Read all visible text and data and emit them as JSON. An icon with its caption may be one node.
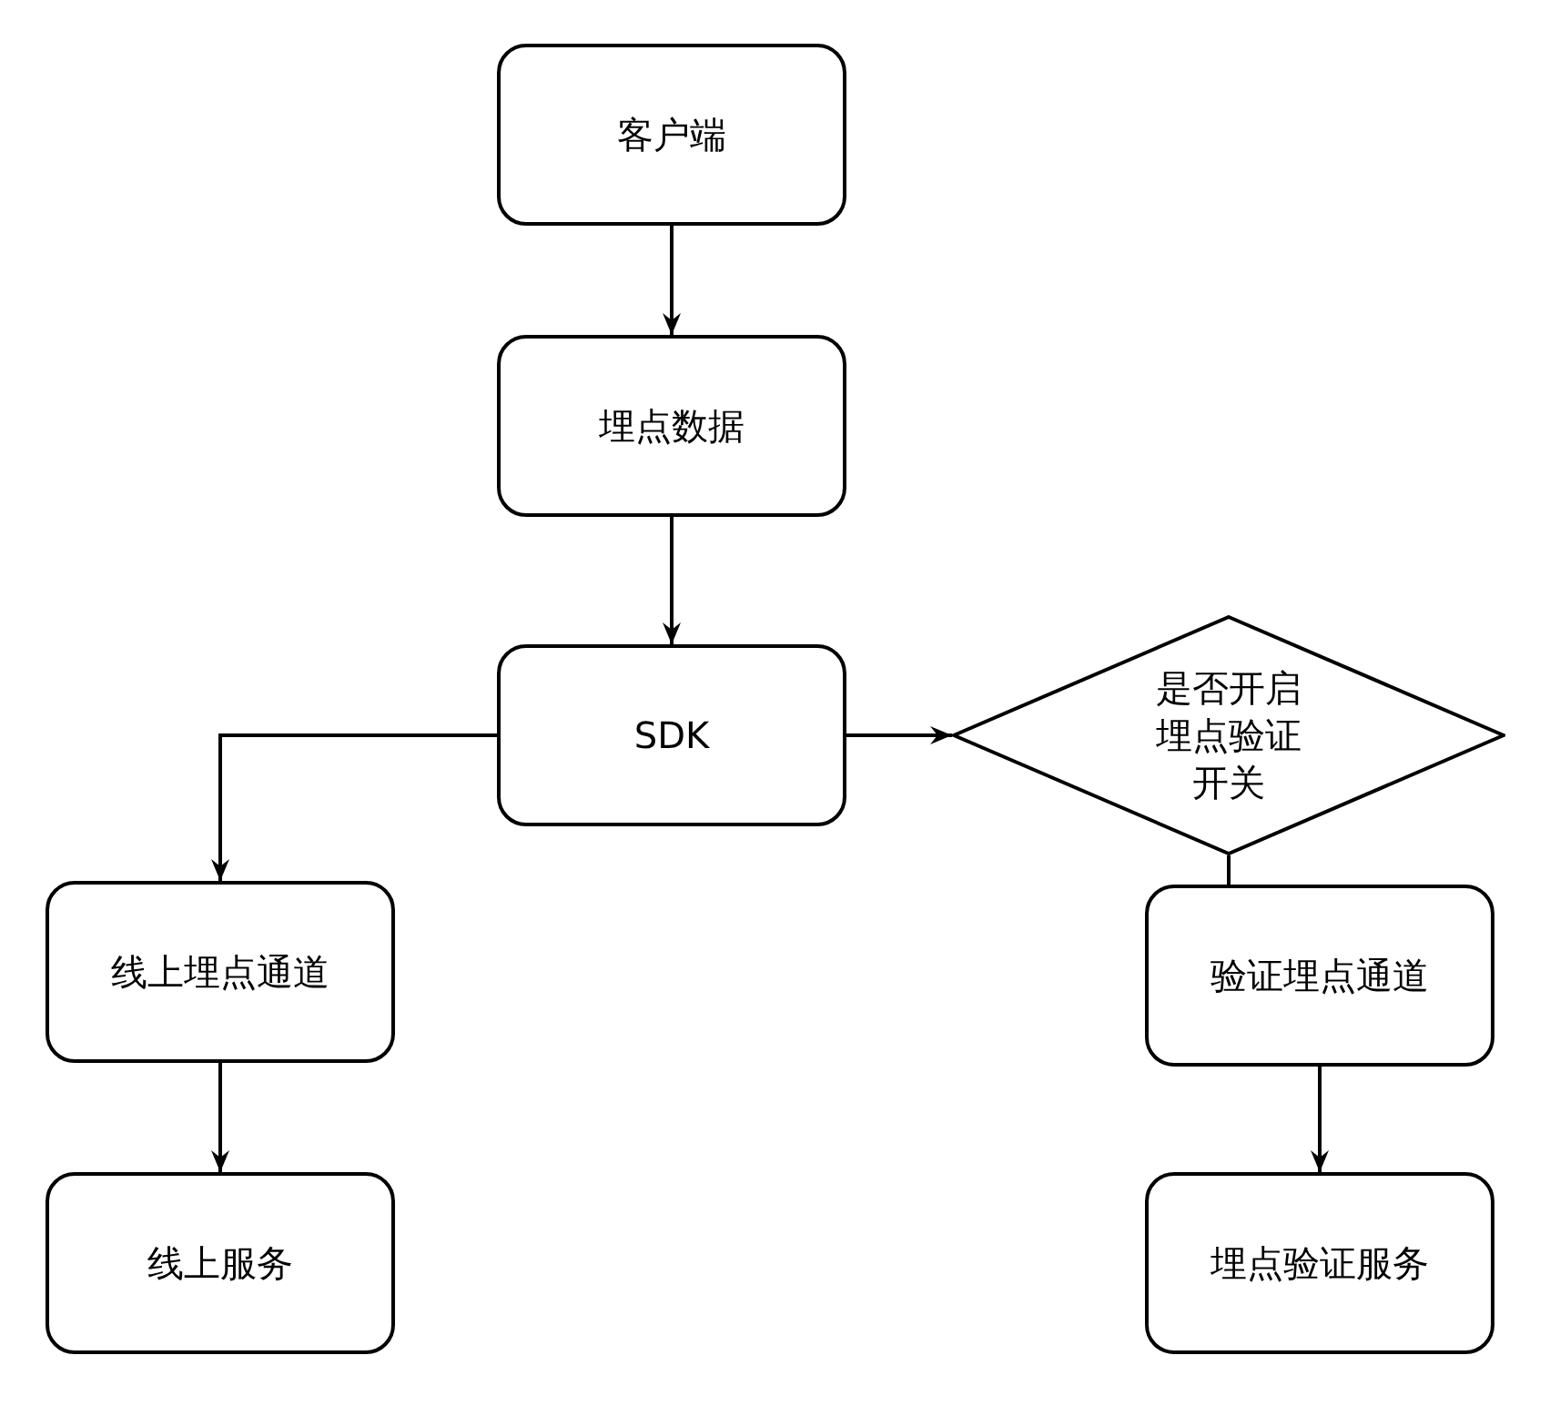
{
  "diagram": {
    "nodes": [
      {
        "text": [
          "客户端"
        ]
      },
      {
        "text": [
          "埋点数据"
        ]
      },
      {
        "text": [
          "SDK"
        ]
      },
      {
        "text": [
          "是否开启埋点验证开关"
        ]
      },
      {
        "text": [
          "线上埋点通道"
        ]
      },
      {
        "text": [
          "线上服务"
        ]
      },
      {
        "text": [
          "验证埋点通道"
        ]
      },
      {
        "text": [
          "埋点验证服务"
        ]
      }
    ],
    "edges": [
      {
        "from": 0,
        "to": 1,
        "arrow": "to"
      },
      {
        "from": 1,
        "to": 2,
        "arrow": "to"
      },
      {
        "from": 2,
        "to": 3,
        "arrow": "to"
      },
      {
        "from": 2,
        "to": 4,
        "arrow": "to"
      },
      {
        "from": 3,
        "to": 6,
        "arrow": "none"
      },
      {
        "from": 4,
        "to": 5,
        "arrow": "to"
      },
      {
        "from": 6,
        "to": 7,
        "arrow": "to"
      }
    ]
  }
}
